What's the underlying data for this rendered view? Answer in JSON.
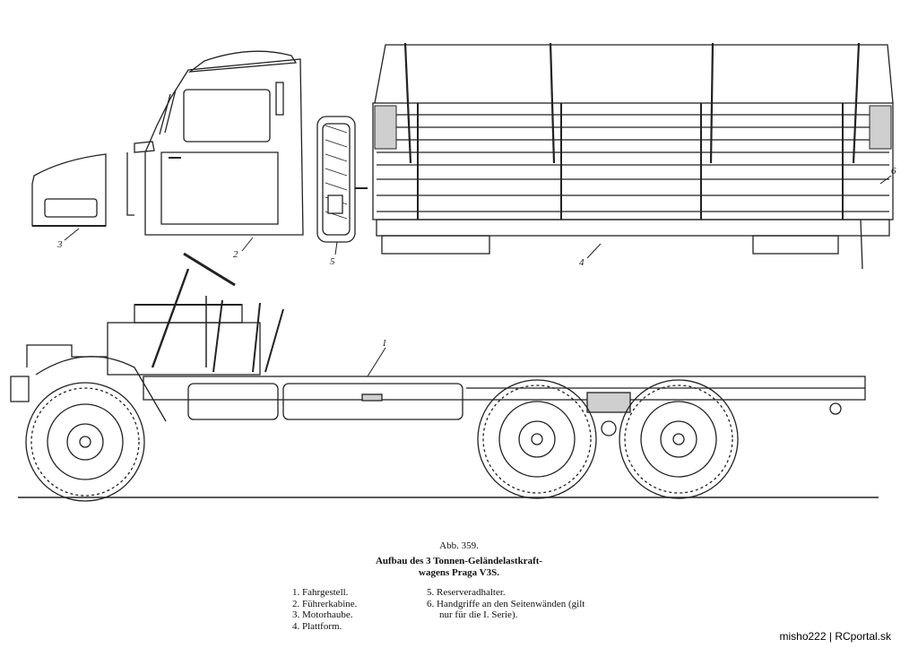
{
  "figure": {
    "number": "Abb. 359.",
    "title_line1": "Aufbau des 3 Tonnen-Geländelastkraft-",
    "title_line2": "wagens Praga V3S."
  },
  "legend": {
    "left": [
      "1. Fahrgestell.",
      "2. Führerkabine.",
      "3. Motorhaube.",
      "4. Plattform."
    ],
    "right_line1": "5. Reserveradhalter.",
    "right_line2": "6. Handgriffe an den Seitenwänden (gilt",
    "right_line3": "nur für die I. Serie)."
  },
  "callouts": [
    "1",
    "2",
    "3",
    "4",
    "5",
    "6"
  ],
  "credit": "misho222 | RCportal.sk",
  "colors": {
    "ink": "#222222",
    "paper": "#ffffff",
    "shade": "#cfcfcf"
  }
}
